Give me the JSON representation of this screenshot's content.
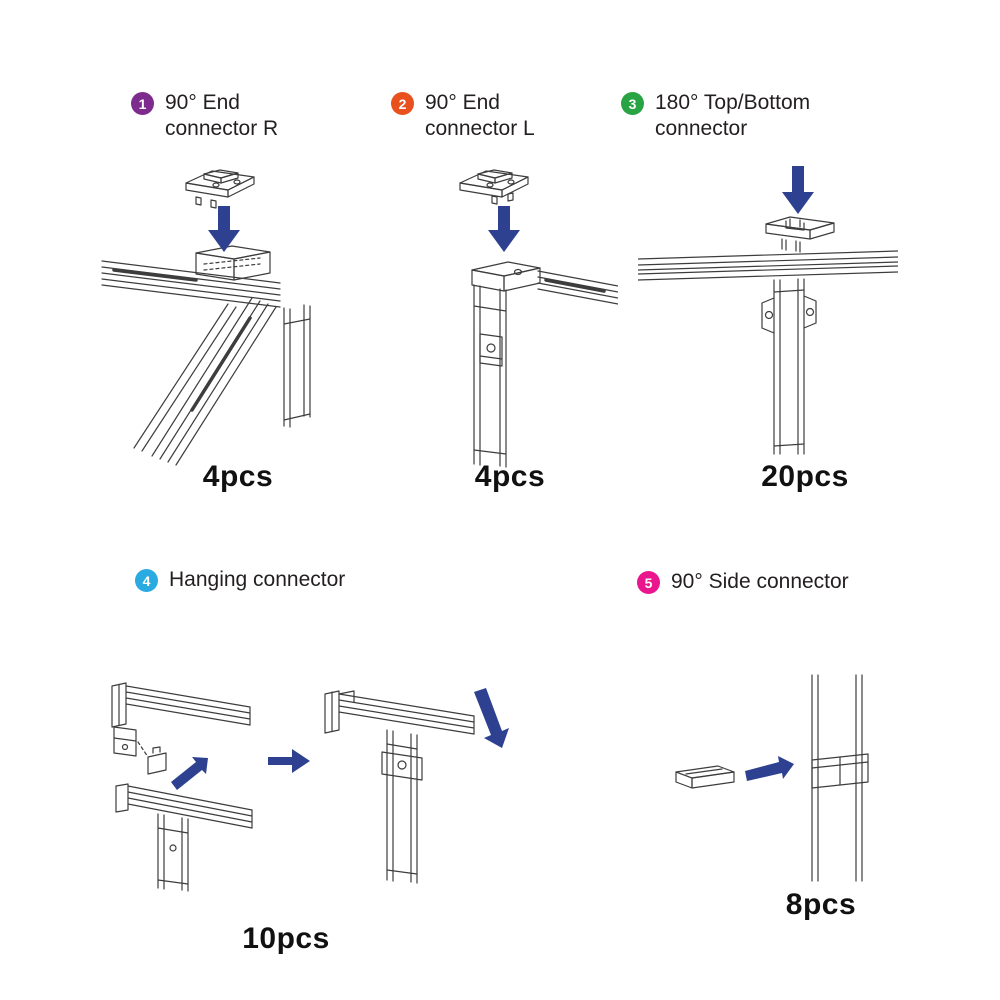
{
  "colors": {
    "line": "#3d3d3d",
    "arrow": "#2d4190",
    "text": "#231f20"
  },
  "sections": [
    {
      "badge": "1",
      "badge_color": "#7e2b8e",
      "label_line1": "90° End",
      "label_line2": "connector R",
      "count": "4pcs"
    },
    {
      "badge": "2",
      "badge_color": "#e8501e",
      "label_line1": "90° End",
      "label_line2": "connector L",
      "count": "4pcs"
    },
    {
      "badge": "3",
      "badge_color": "#28a445",
      "label_line1": "180° Top/Bottom",
      "label_line2": "connector",
      "count": "20pcs"
    },
    {
      "badge": "4",
      "badge_color": "#29abe2",
      "label_line1": "Hanging connector",
      "label_line2": "",
      "count": "10pcs"
    },
    {
      "badge": "5",
      "badge_color": "#ea168e",
      "label_line1": "90° Side connector",
      "label_line2": "",
      "count": "8pcs"
    }
  ]
}
